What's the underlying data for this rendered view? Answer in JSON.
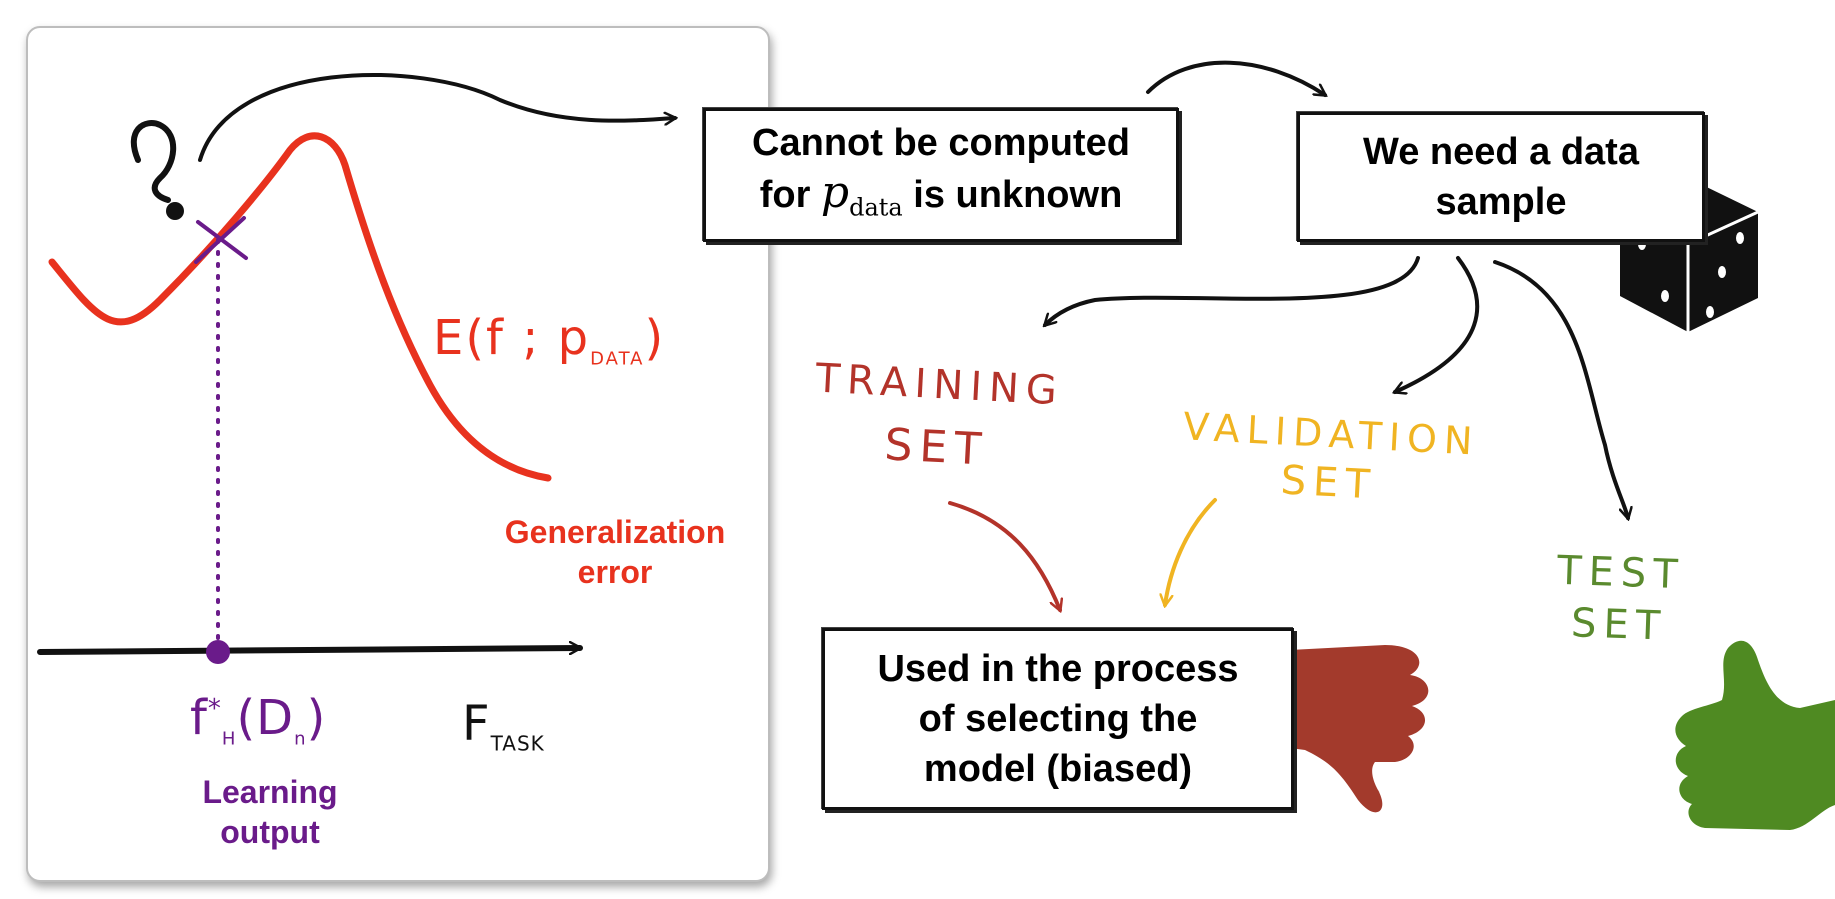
{
  "colors": {
    "error_curve": "#e8321e",
    "learning_output": "#6a1b8a",
    "training": "#b3332a",
    "validation": "#f0b422",
    "test": "#5a8a2e",
    "ink": "#111111",
    "thumb_down": "#a33a2c",
    "thumb_up": "#4f8a22"
  },
  "icons": {
    "dice": "dice-icon",
    "thumb_down": "thumbs-down-icon",
    "thumb_up": "thumbs-up-icon"
  },
  "left_panel": {
    "question_mark": "?",
    "curve_formula": "E(f ; p",
    "curve_formula_sub": "DATA",
    "curve_formula_close": ")",
    "generalization_label_1": "Generalization",
    "generalization_label_2": "error",
    "axis_label": "F",
    "axis_label_sub": "TASK",
    "point_label": "f",
    "point_label_sup": "*",
    "point_label_sub": "H",
    "point_label_arg": "(D",
    "point_label_arg_sub": "n",
    "point_label_close": ")",
    "learning_label_1": "Learning",
    "learning_label_2": "output"
  },
  "boxes": {
    "unknown": {
      "line1": "Cannot be computed",
      "line2_pre": "for ",
      "line2_var": "p",
      "line2_sub": "data",
      "line2_post": " is unknown"
    },
    "sample": {
      "line1": "We need a data",
      "line2": "sample"
    },
    "used": {
      "line1": "Used in the process",
      "line2": "of selecting the",
      "line3": "model (biased)"
    }
  },
  "sets": {
    "training_1": "TRAINING",
    "training_2": "SET",
    "validation_1": "VALIDATION",
    "validation_2": "SET",
    "test_1": "TEST",
    "test_2": "SET"
  }
}
